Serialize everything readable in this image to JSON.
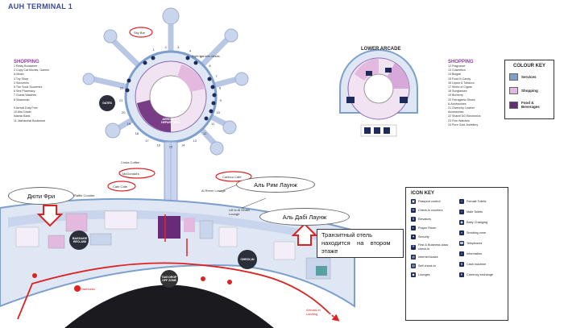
{
  "title": "AUH TERMINAL 1",
  "shopping_left": {
    "heading": "SHOPPING",
    "items": [
      "1 Relay Bookstore",
      "2 Copy Cat Movies, Games",
      "& Music",
      "3 Toy Shop",
      "4 Souvenirs",
      "5 The Souk Souvenirs",
      "6 Sea Pharmacy",
      "7 Guess Watches",
      "8 Swarovski",
      "",
      "9 Arrival Duty Free",
      "10 Abu Dhabi",
      "Islamic Bank",
      "11 Jashanmal Bookstore"
    ]
  },
  "shopping_right": {
    "heading": "SHOPPING",
    "items": [
      "12 Fragrance",
      "13 Cosmetics",
      "14 Bulgari",
      "15 Food N Candy",
      "16 Liquor & Tobacco",
      "17 World of Cigars",
      "18 Sunglasses",
      "19 Burberry",
      "20 Ferragamo Shoes",
      "& Accessories",
      "21 Givenchy Leather",
      "Accessories",
      "22 Sharaf DG Electronics",
      "23 Fine Watches",
      "24 Pure Gold Jewellery"
    ]
  },
  "lower_arcade": "LOWER ARCADE",
  "colour_key": {
    "title": "COLOUR KEY",
    "items": [
      {
        "label": "Services",
        "color": "#7d9fce"
      },
      {
        "label": "Shopping",
        "color": "#e3b9e0"
      },
      {
        "label": "Food & Beverages",
        "color": "#6a2a7a"
      }
    ]
  },
  "icon_key": {
    "title": "ICON KEY",
    "left": [
      {
        "icon": "passport-icon",
        "glyph": "▣",
        "label": "Passport control"
      },
      {
        "icon": "check-in-icon",
        "glyph": "✈",
        "label": "Check-in counters"
      },
      {
        "icon": "elevator-icon",
        "glyph": "⇕",
        "label": "Elevators"
      },
      {
        "icon": "prayer-room-icon",
        "glyph": "◐",
        "label": "Prayer Room"
      },
      {
        "icon": "security-icon",
        "glyph": "✦",
        "label": "Security"
      },
      {
        "icon": "first-class-icon",
        "glyph": "✈",
        "label": "First & Business class check-in"
      },
      {
        "icon": "internet-icon",
        "glyph": "@",
        "label": "Internet kiosks"
      },
      {
        "icon": "self-check-in-icon",
        "glyph": "▤",
        "label": "Self check-in"
      },
      {
        "icon": "lounge-icon",
        "glyph": "◆",
        "label": "Lounges"
      }
    ],
    "right": [
      {
        "icon": "female-toilet-icon",
        "glyph": "♀",
        "label": "Female Toilets"
      },
      {
        "icon": "male-toilet-icon",
        "glyph": "♂",
        "label": "Male Toilets"
      },
      {
        "icon": "baby-changing-icon",
        "glyph": "◉",
        "label": "Baby Changing"
      },
      {
        "icon": "smoking-icon",
        "glyph": "≈",
        "label": "Smoking zone"
      },
      {
        "icon": "telephone-icon",
        "glyph": "☎",
        "label": "Telephones"
      },
      {
        "icon": "information-icon",
        "glyph": "i",
        "label": "Information"
      },
      {
        "icon": "cash-machine-icon",
        "glyph": "$",
        "label": "Cash machine"
      },
      {
        "icon": "currency-exchange-icon",
        "glyph": "€",
        "label": "Currency exchange"
      }
    ]
  },
  "places": {
    "sky_bar": "Sky Bar",
    "flight_transfer": "flight transfer desks",
    "gates": "GATES",
    "arrivals_departures": "ARRIVALS & DEPARTURES",
    "costa_coffee": "Costa Coffee",
    "mcdonalds": "McDonald's",
    "caribou_cafe": "Caribou Cafe",
    "cafe_cafe": "Cafe Cafe",
    "alfresco_lounge": "Al Reem Lounge",
    "baggage_reclaim": "BAGGAGE RECLAIM",
    "taxi_drop_off": "TAXI DROP OFF ZONE",
    "check_in": "CHECK-IN",
    "starbucks": "Starbucks",
    "lift": "Lift to Al Dhabi Lounge",
    "raffles": "Raffle Counter",
    "arrivals_from": "Arrivals to Landing"
  },
  "callouts": {
    "duty_free": "Дюти Фри",
    "al_reem": "Аль Рим Лаунж",
    "al_dhabi": "Аль Дабі Лаунж"
  },
  "note": {
    "line1": "Транзитный отель",
    "line2": "находится    на    втором",
    "line3": "этаже"
  },
  "gate_numbers": [
    "1",
    "2",
    "3",
    "4",
    "5",
    "6",
    "7",
    "8",
    "9",
    "10",
    "11",
    "12",
    "13",
    "14",
    "15",
    "16",
    "17",
    "18",
    "19",
    "20",
    "21",
    "22"
  ]
}
